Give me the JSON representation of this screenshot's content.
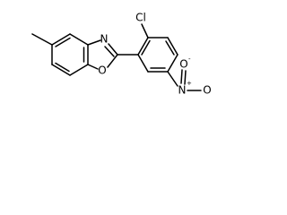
{
  "molecule": {
    "atoms": {
      "n": "N",
      "o_ring": "O",
      "cl": "Cl",
      "n_nitro": "N",
      "n_plus": "+",
      "o_top": "O",
      "o_minus": "-",
      "o_right": "O"
    },
    "colors": {
      "bond": "#000000",
      "text": "#000000",
      "background": "#ffffff"
    }
  }
}
